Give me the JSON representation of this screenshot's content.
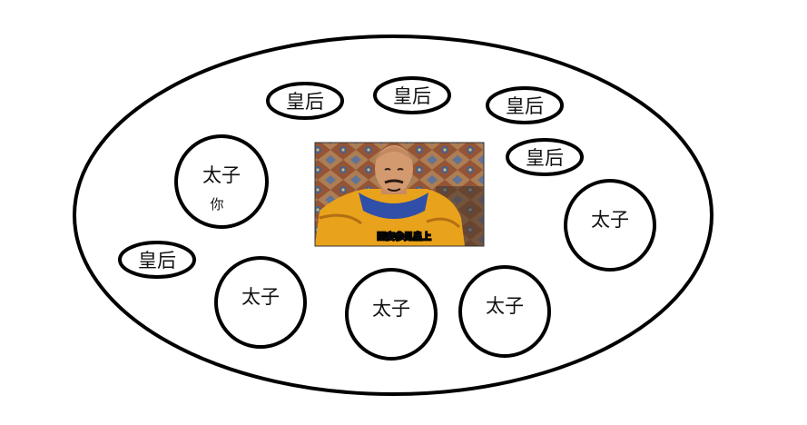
{
  "outer_region": {},
  "center_image": {
    "subject": "emperor-in-yellow-robe",
    "caption": "臣妾参见皇上"
  },
  "nodes": {
    "queen_top_left": {
      "label": "皇后"
    },
    "queen_top_middle": {
      "label": "皇后"
    },
    "queen_top_right": {
      "label": "皇后"
    },
    "queen_right": {
      "label": "皇后"
    },
    "queen_left": {
      "label": "皇后"
    },
    "prince_you": {
      "label": "太子",
      "sublabel": "你"
    },
    "prince_right": {
      "label": "太子"
    },
    "prince_bottom_left": {
      "label": "太子"
    },
    "prince_bottom_center": {
      "label": "太子"
    },
    "prince_bottom_right": {
      "label": "太子"
    }
  }
}
